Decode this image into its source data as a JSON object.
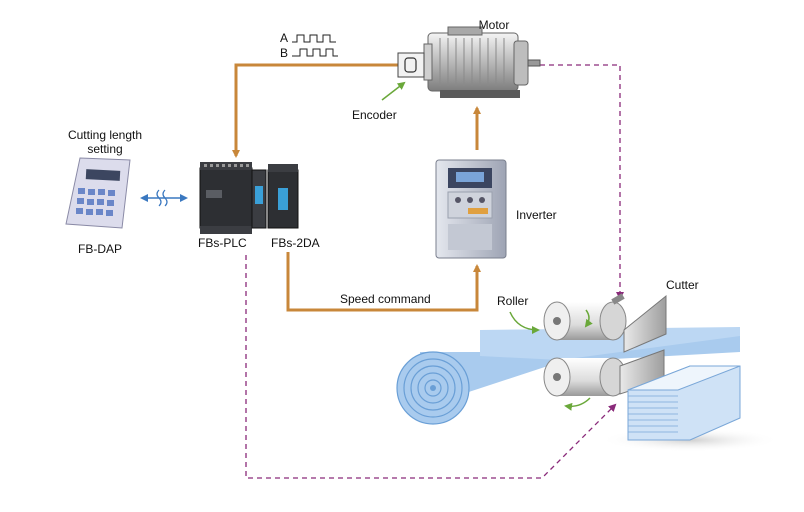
{
  "labels": {
    "motor": "Motor",
    "signal_a": "A",
    "signal_b": "B",
    "encoder": "Encoder",
    "cutting_length_line1": "Cutting length",
    "cutting_length_line2": "setting",
    "fb_dap": "FB-DAP",
    "fbs_plc": "FBs-PLC",
    "fbs_2da": "FBs-2DA",
    "inverter": "Inverter",
    "speed_command": "Speed command",
    "roller": "Roller",
    "cutter": "Cutter"
  },
  "colors": {
    "signal_line": "#c8873a",
    "feedback_line": "#8a2a7a",
    "sheet": "#a9cbee",
    "sheet_dark": "#6a9fd6",
    "comm_arrow": "#3a78c0",
    "green_arrow": "#6aa83a"
  }
}
